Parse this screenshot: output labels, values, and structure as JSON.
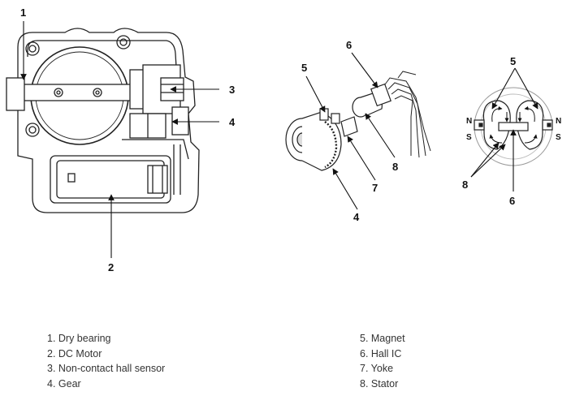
{
  "callouts": {
    "left": {
      "c1": "1",
      "c2": "2",
      "c3": "3",
      "c4": "4"
    },
    "middle": {
      "c4": "4",
      "c5": "5",
      "c6": "6",
      "c7": "7",
      "c8": "8"
    },
    "right": {
      "c5": "5",
      "c6": "6",
      "c8": "8",
      "n_left": "N",
      "s_left": "S",
      "n_right": "N",
      "s_right": "S"
    }
  },
  "legend": {
    "left": [
      "1. Dry bearing",
      "2. DC Motor",
      "3. Non-contact hall sensor",
      "4. Gear"
    ],
    "right": [
      "5. Magnet",
      "6. Hall IC",
      "7. Yoke",
      "8. Stator"
    ]
  }
}
